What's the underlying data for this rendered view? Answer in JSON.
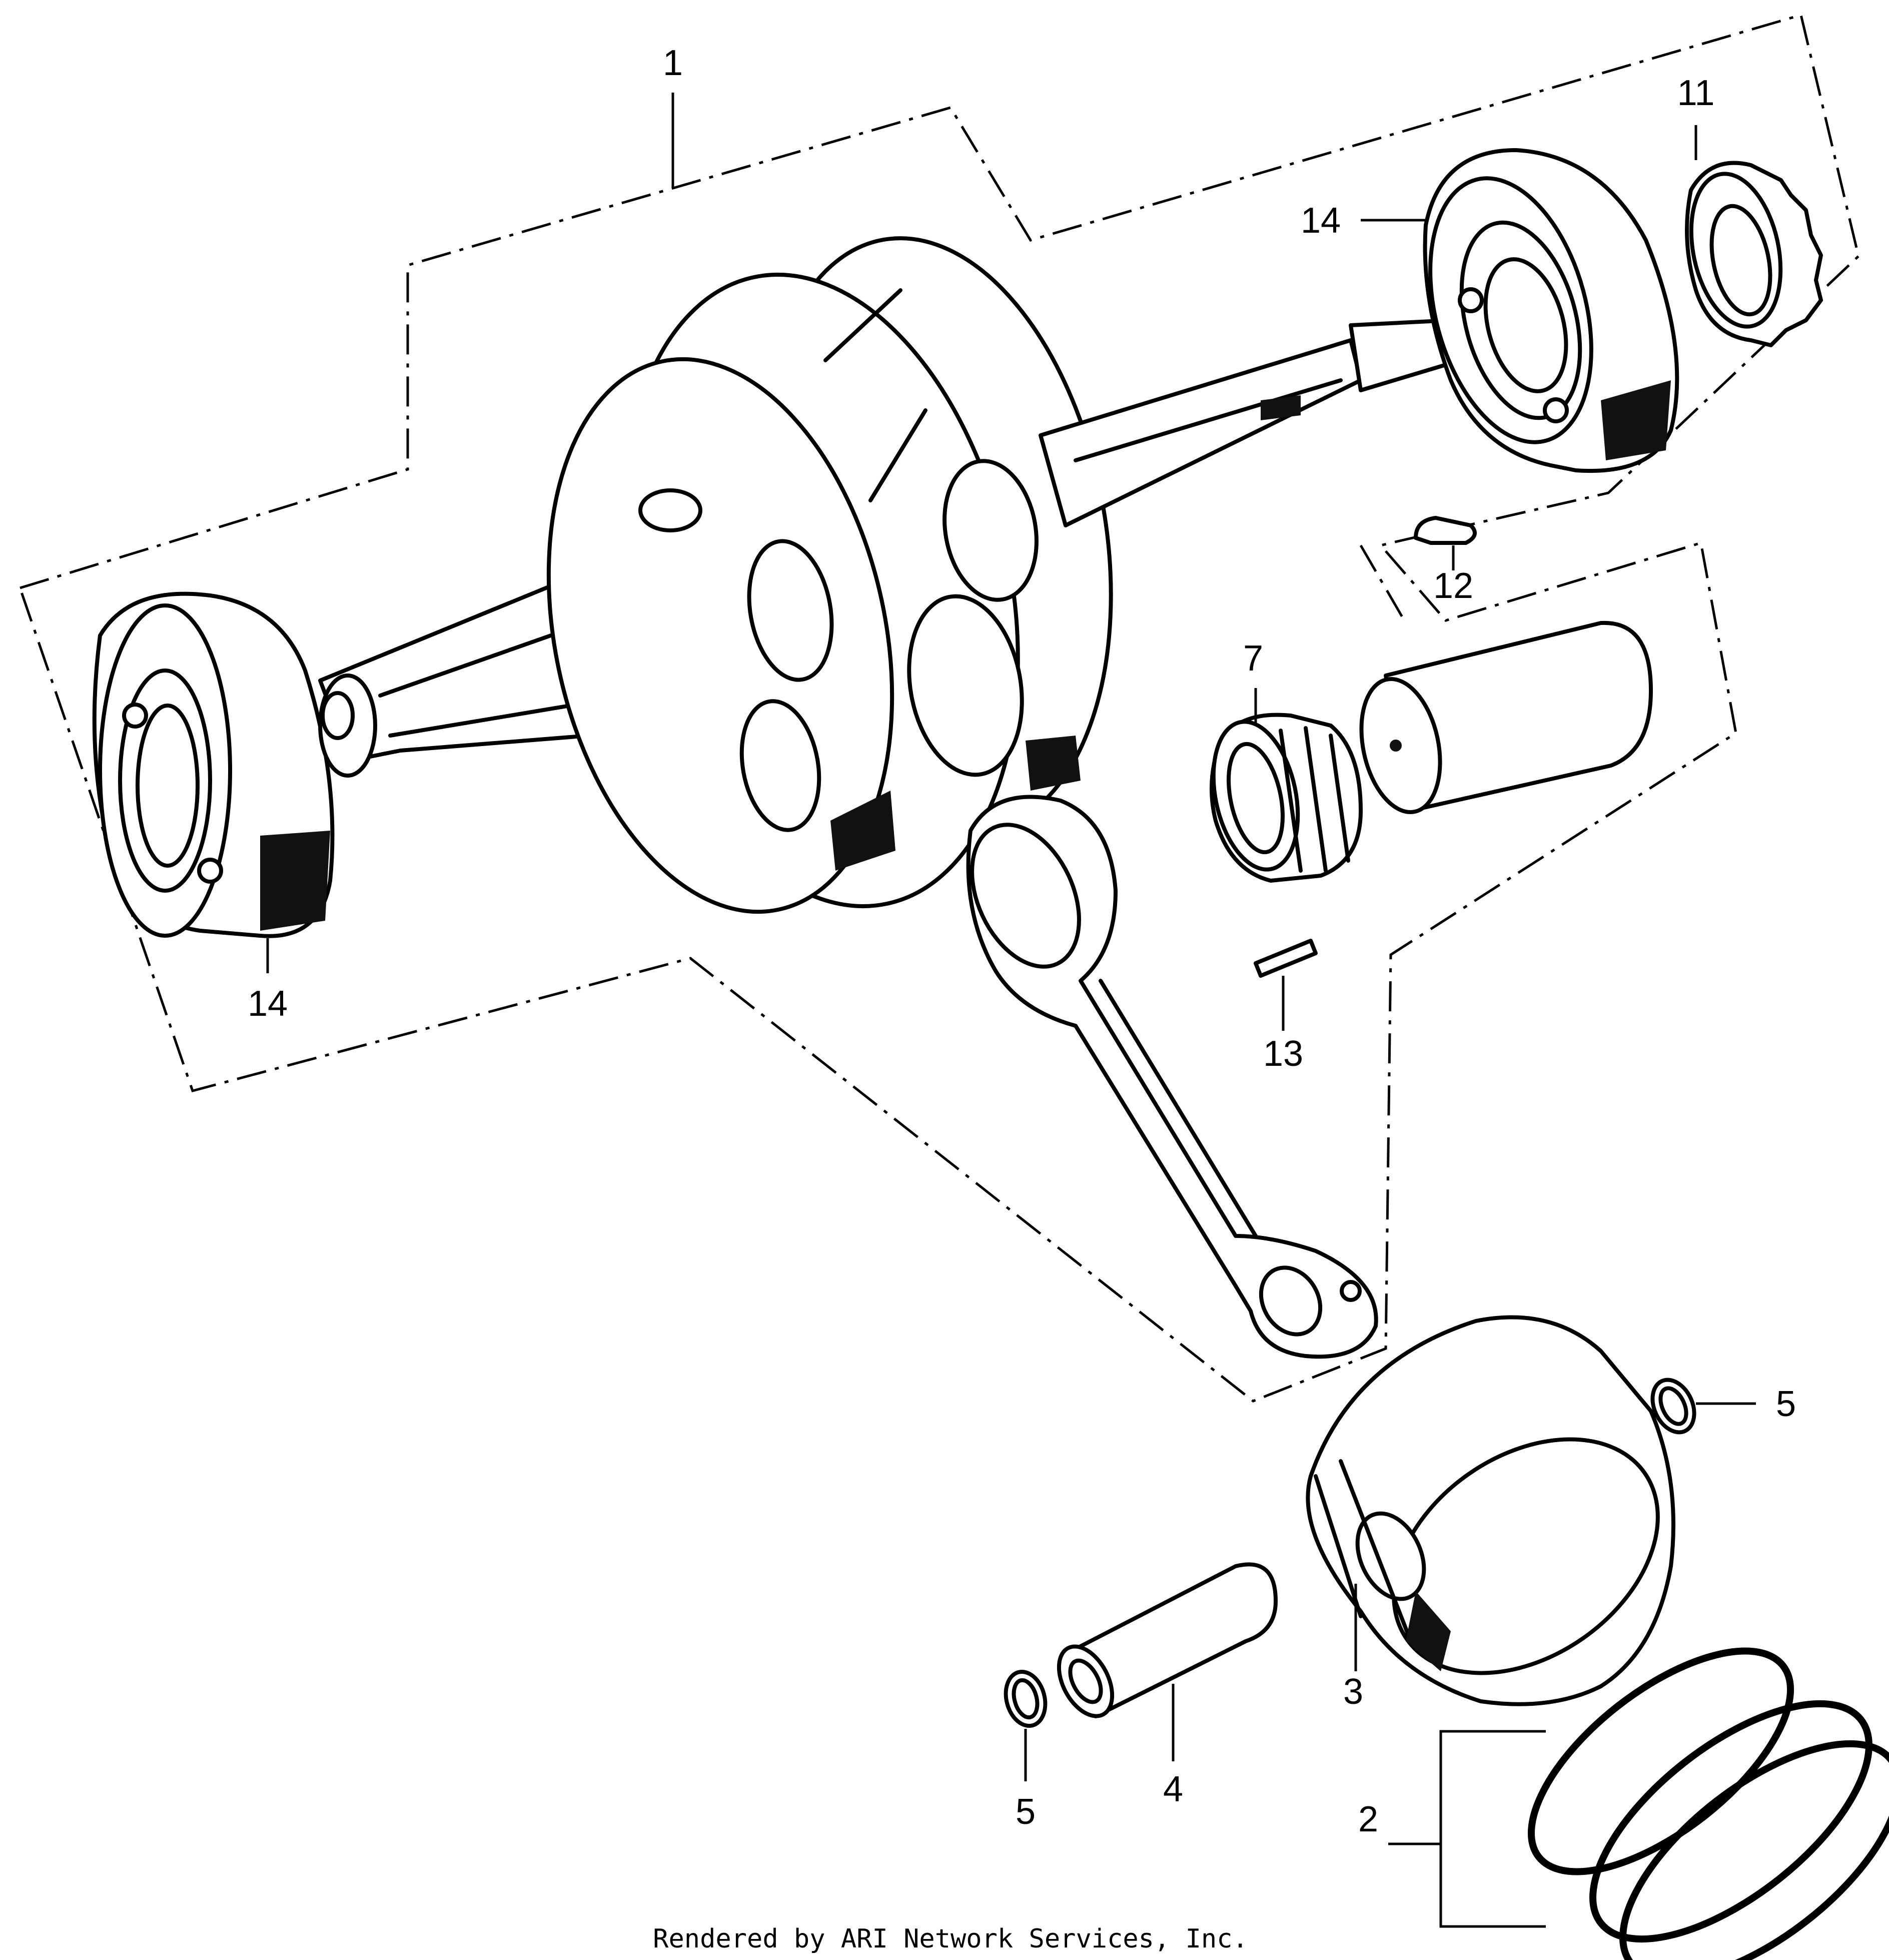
{
  "diagram": {
    "callouts": {
      "c1": "1",
      "c2": "2",
      "c3": "3",
      "c4": "4",
      "c5a": "5",
      "c5b": "5",
      "c7": "7",
      "c11": "11",
      "c12": "12",
      "c13": "13",
      "c14a": "14",
      "c14b": "14"
    },
    "footer": "Rendered by ARI Network Services, Inc."
  }
}
